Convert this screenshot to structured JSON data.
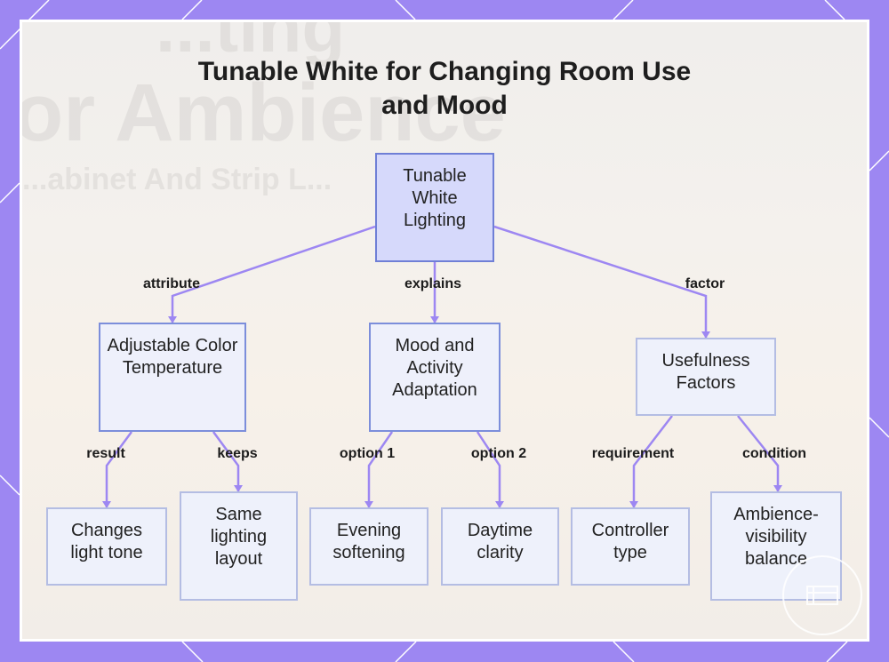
{
  "title_lines": [
    "Tunable White for Changing Room Use",
    "and Mood"
  ],
  "background_ghost_text": [
    "...ting",
    "or Ambience",
    "...abinet And Strip L..."
  ],
  "nodes": {
    "root": "Tunable White Lighting",
    "adjustable": "Adjustable Color Temperature",
    "mood": "Mood and Activity Adaptation",
    "usefulness": "Usefulness Factors",
    "changes": "Changes light tone",
    "same": "Same lighting layout",
    "evening": "Evening softening",
    "daytime": "Daytime clarity",
    "controller": "Controller type",
    "ambience": "Ambience-visibility balance"
  },
  "edge_labels": {
    "attribute": "attribute",
    "explains": "explains",
    "factor": "factor",
    "result": "result",
    "keeps": "keeps",
    "option1": "option 1",
    "option2": "option 2",
    "requirement": "requirement",
    "condition": "condition"
  },
  "colors": {
    "frame": "#9d87f2",
    "edge": "#9d87f2",
    "root_fill": "#d6d9fb",
    "root_border": "#6f7fd6",
    "node_fill": "#eef0fb"
  },
  "icons": [
    "logo-circle-icon"
  ]
}
